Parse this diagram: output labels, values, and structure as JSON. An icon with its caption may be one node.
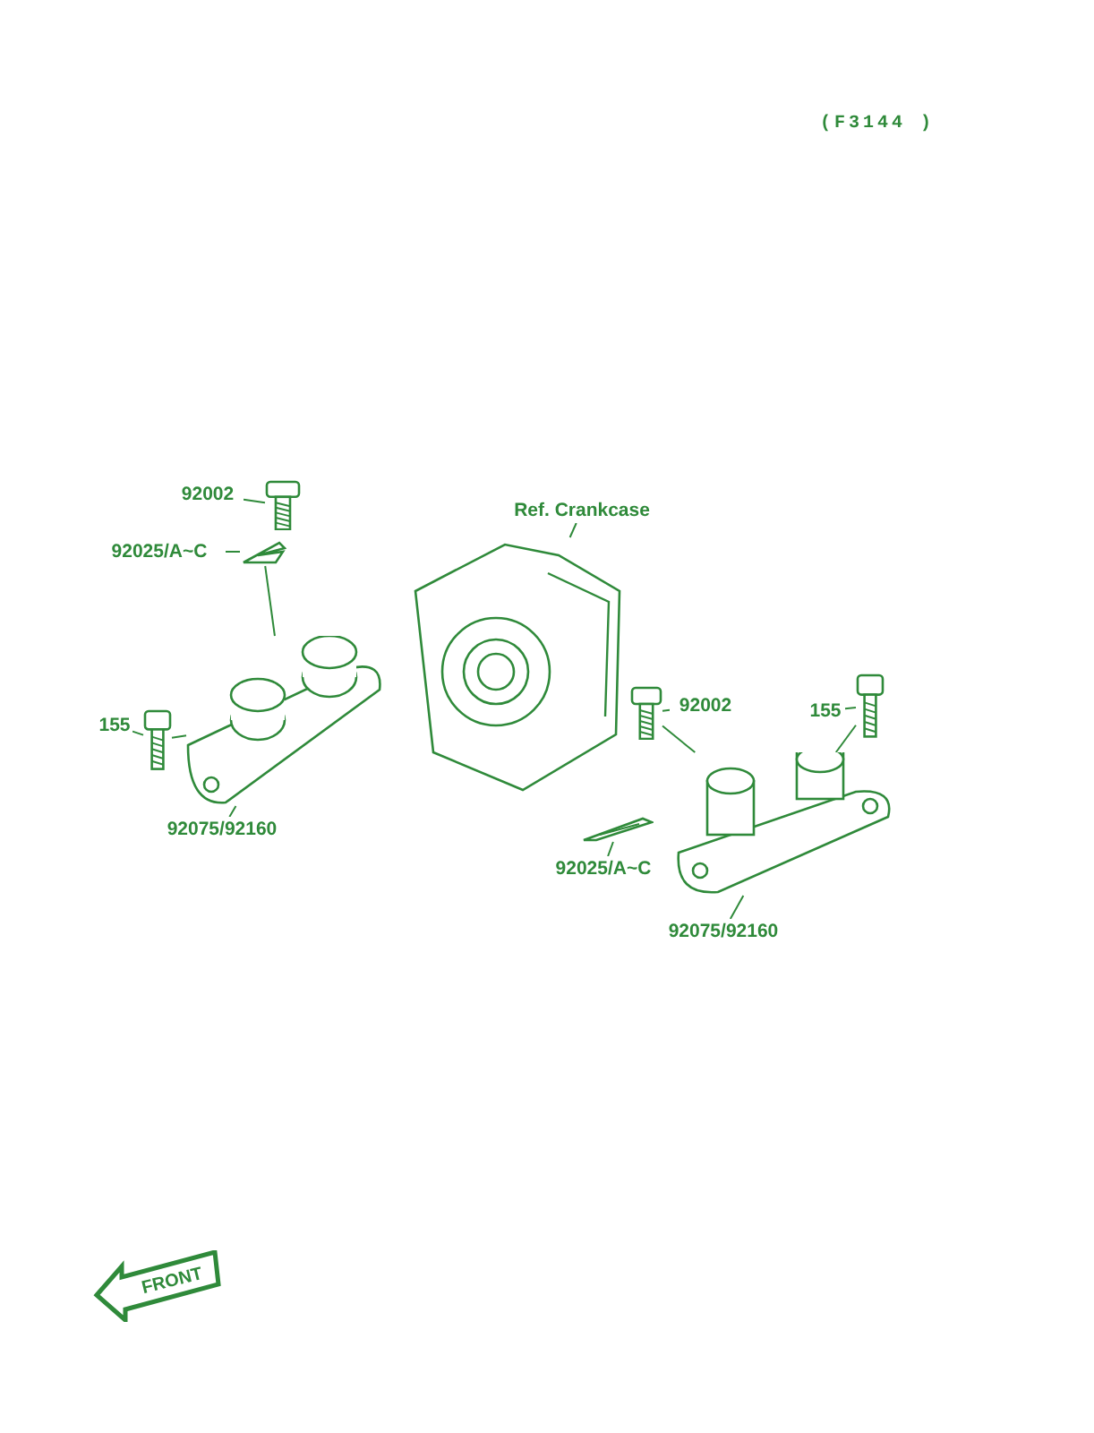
{
  "diagram": {
    "nodes": [
      {
        "text": [
          "Ref. Crankcase"
        ]
      },
      {
        "text": [
          "92002"
        ]
      },
      {
        "text": [
          "92025/A~C"
        ]
      },
      {
        "text": [
          "155"
        ]
      },
      {
        "text": [
          "92075/92160"
        ]
      },
      {
        "text": [
          "92002"
        ]
      },
      {
        "text": [
          "155"
        ]
      },
      {
        "text": [
          "92025/A~C"
        ]
      },
      {
        "text": [
          "92075/92160"
        ]
      },
      {
        "text": [],
        "shape": "picture"
      },
      {
        "text": [],
        "shape": "picture"
      },
      {
        "text": [],
        "shape": "picture"
      },
      {
        "text": [],
        "shape": "picture"
      },
      {
        "text": [],
        "shape": "picture"
      },
      {
        "text": [],
        "shape": "picture"
      },
      {
        "text": [],
        "shape": "picture"
      },
      {
        "text": [],
        "shape": "picture"
      },
      {
        "text": [],
        "shape": "picture"
      }
    ],
    "edges": [
      {
        "from": 0,
        "to": 9,
        "arrow": "none"
      },
      {
        "from": 1,
        "to": 10,
        "arrow": "none"
      },
      {
        "from": 2,
        "to": 11,
        "arrow": "none"
      },
      {
        "from": 11,
        "to": 13,
        "arrow": "none"
      },
      {
        "from": 3,
        "to": 12,
        "arrow": "none"
      },
      {
        "from": 12,
        "to": 13,
        "arrow": "none"
      },
      {
        "from": 4,
        "to": 13,
        "arrow": "none"
      },
      {
        "from": 5,
        "to": 14,
        "arrow": "none"
      },
      {
        "from": 14,
        "to": 17,
        "arrow": "none"
      },
      {
        "from": 6,
        "to": 15,
        "arrow": "none"
      },
      {
        "from": 15,
        "to": 17,
        "arrow": "none"
      },
      {
        "from": 7,
        "to": 16,
        "arrow": "none"
      },
      {
        "from": 8,
        "to": 17,
        "arrow": "none"
      }
    ],
    "labels": [
      "(F3144 )",
      "FRONT"
    ]
  }
}
